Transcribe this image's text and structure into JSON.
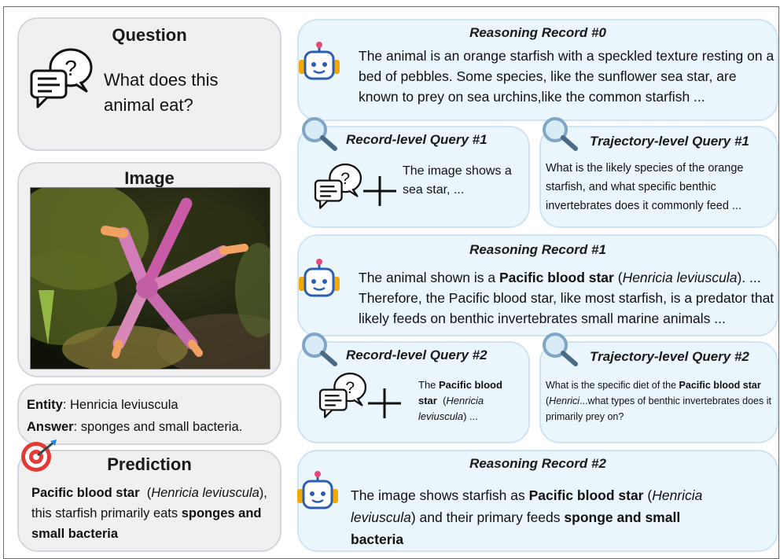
{
  "question": {
    "title": "Question",
    "text": "What does this animal eat?"
  },
  "image": {
    "title": "Image"
  },
  "entity": {
    "label": "Entity",
    "value": "Henricia leviuscula",
    "answer_label": "Answer",
    "answer_value": "sponges and small bacteria."
  },
  "prediction": {
    "title": "Prediction",
    "bold1": "Pacific blood star",
    "italic": "Henricia leviuscula",
    "mid": "), this starfish primarily eats ",
    "bold2": "sponges and small bacteria"
  },
  "record0": {
    "title": "Reasoning Record #0",
    "text": "The animal is an orange starfish with a speckled texture resting on a bed of pebbles. Some species, like the sunflower sea star, are known to prey on sea urchins,like the common starfish ..."
  },
  "rq1": {
    "title": "Record-level Query #1",
    "text": "The image shows a sea star, ..."
  },
  "tq1": {
    "title": "Trajectory-level Query #1",
    "text": "What is the likely species of the orange starfish, and what specific benthic invertebrates does it commonly feed ..."
  },
  "record1": {
    "title": "Reasoning Record #1",
    "pre": "The animal shown is a ",
    "bold": "Pacific blood star",
    "italic": "Henricia leviuscula",
    "post": "). ... Therefore, the Pacific blood star, like most starfish, is a predator that likely feeds on benthic invertebrates small marine animals ..."
  },
  "rq2": {
    "title": "Record-level Query #2",
    "pre": "The ",
    "bold": "Pacific blood star",
    "italic": "Henricia leviuscula",
    "post": ") ..."
  },
  "tq2": {
    "title": "Trajectory-level Query #2",
    "pre": "What is the specific diet of the ",
    "bold": "Pacific blood star",
    "italic": "Henrici",
    "post": "...what types of benthic invertebrates does it primarily prey on?"
  },
  "record2": {
    "title": "Reasoning Record #2",
    "pre": "The image shows starfish as ",
    "bold1": "Pacific blood star",
    "italic": "Henricia leviuscula",
    "mid": ") and their primary feeds ",
    "bold2": "sponge and small bacteria"
  },
  "colors": {
    "panel_gray": "#f0f0f0",
    "panel_blue": "#eaf5fc",
    "robot_blue": "#2b5fb3",
    "robot_orange": "#f2a900",
    "robot_pink": "#e8457a",
    "target_red": "#e53935"
  },
  "icons": [
    "chat-question-icon",
    "robot-icon",
    "magnifier-icon",
    "plus-icon",
    "target-icon"
  ]
}
